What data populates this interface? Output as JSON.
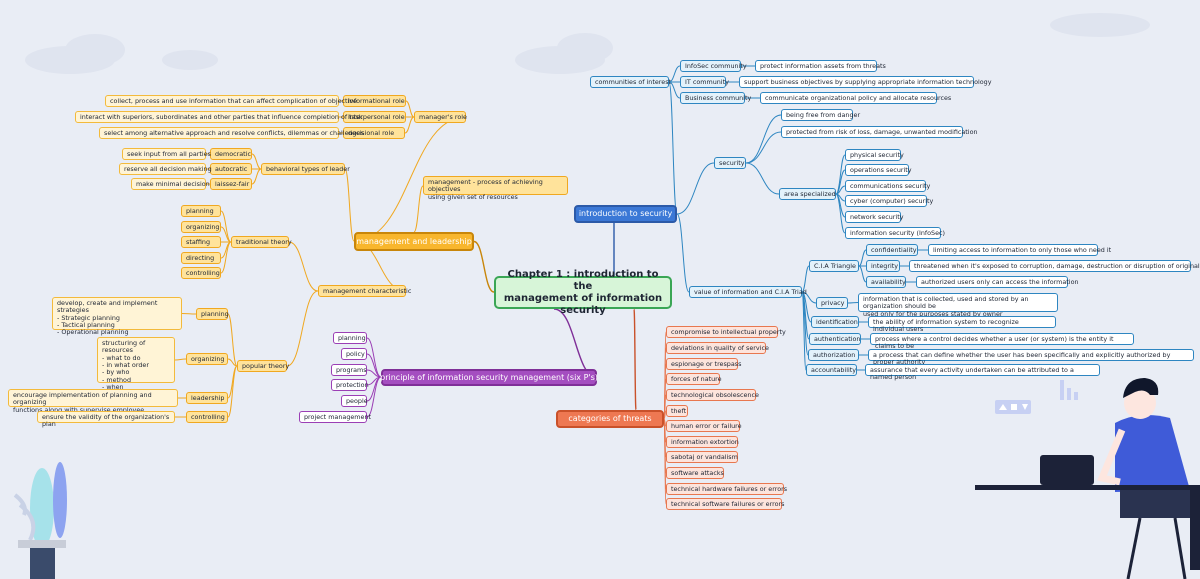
{
  "central": {
    "text": "Chapter 1 : introduction to the\nmanagement of information security"
  },
  "management": {
    "title": "management and leadership",
    "definition": "management - process of achieving objectives\nusing given set of resources",
    "managers_role": {
      "label": "manager's role",
      "roles": [
        {
          "name": "informational role",
          "desc": "collect, process and use information that can affect complication of objective"
        },
        {
          "name": "interpersonal role",
          "desc": "interact with superiors, subordinates and other parties that influence completion of task"
        },
        {
          "name": "decisional role",
          "desc": "select among alternative approach and resolve conflicts, dilemmas or challenges"
        }
      ]
    },
    "behavioral": {
      "label": "behavioral types of leader",
      "types": [
        {
          "name": "democratic",
          "desc": "seek input from all parties"
        },
        {
          "name": "autocratic",
          "desc": "reserve all decision making"
        },
        {
          "name": "laissez-fair",
          "desc": "make minimal decision"
        }
      ]
    },
    "characteristic": {
      "label": "management characteristic",
      "traditional": {
        "label": "traditional theory",
        "items": [
          "planning",
          "organizing",
          "staffing",
          "directing",
          "controlling"
        ]
      },
      "popular": {
        "label": "popular theory",
        "items": [
          {
            "name": "planning",
            "desc": "develop, create and implement strategies\n- Strategic planning\n- Tactical planning\n- Operational planning"
          },
          {
            "name": "organizing",
            "desc": "structuring of resources\n- what to do\n- in what order\n- by who\n- method\n- when"
          },
          {
            "name": "leadership",
            "desc": "encourage implementation of planning and organizing\nfunctions along with supervise employee"
          },
          {
            "name": "controlling",
            "desc": "ensure the validity of the organization's plan"
          }
        ]
      }
    }
  },
  "principles": {
    "title": "principle of information security management (six P's)",
    "items": [
      "planning",
      "policy",
      "programs",
      "protection",
      "people",
      "project management"
    ]
  },
  "intro": {
    "title": "introduction to security",
    "communities": {
      "label": "communities of interest",
      "items": [
        {
          "name": "InfoSec community",
          "desc": "protect information assets from threats"
        },
        {
          "name": "IT community",
          "desc": "support business objectives by supplying appropriate information technology"
        },
        {
          "name": "Business community",
          "desc": "communicate organizational policy and allocate resources"
        }
      ]
    },
    "security": {
      "label": "security",
      "items": [
        "being free from danger",
        "protected from risk of loss, damage, unwanted modification"
      ],
      "area": {
        "label": "area specialized",
        "items": [
          "physical security",
          "operations security",
          "communications security",
          "cyber (computer) security",
          "network security",
          "information security (InfoSec)"
        ]
      }
    },
    "value": {
      "label": "value of information and C.I.A Triad",
      "cia": {
        "label": "C.I.A Triangle",
        "items": [
          {
            "name": "confidentiality",
            "desc": "limiting access to information to only those who need it"
          },
          {
            "name": "integrity",
            "desc": "threatened when it's exposed to corruption, damage, destruction or disruption of original state"
          },
          {
            "name": "availability",
            "desc": "authorized users only can access the information"
          }
        ]
      },
      "others": [
        {
          "name": "privacy",
          "desc": "information that is collected, used and stored by an organization should be\nused only for the purposes stated by owner"
        },
        {
          "name": "identification",
          "desc": "the ability of information system to recognize individual users"
        },
        {
          "name": "authentication",
          "desc": "process where a control decides whether a user  (or system) is the entity it claims to be"
        },
        {
          "name": "authorization",
          "desc": "a process that can define whether the user has been specifically and explicitly authorized by proper authority"
        },
        {
          "name": "accountability",
          "desc": "assurance that every activity undertaken can be attributed to a named person"
        }
      ]
    }
  },
  "threats": {
    "title": "categories of threats",
    "items": [
      "compromise to intellectual property",
      "deviations in quality of service",
      "espionage or trespass",
      "forces of nature",
      "technological obsolescence",
      "theft",
      "human error or failure",
      "information extortion",
      "sabotaj or vandalism",
      "software attacks",
      "technical hardware failures or errors",
      "technical software failures or errors"
    ]
  },
  "colors": {
    "orange": "#f0a820",
    "blue": "#2e86c1",
    "purple": "#9b3fb5",
    "red": "#e8774f",
    "green": "#3aa655",
    "green_fill": "#d7f5d8"
  }
}
